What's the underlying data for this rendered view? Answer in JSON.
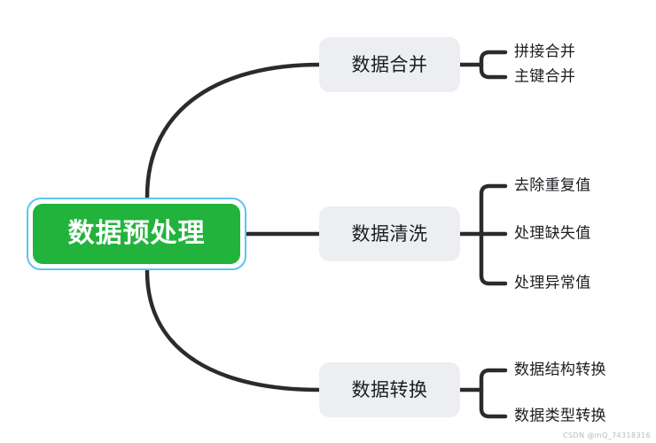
{
  "diagram": {
    "type": "mindmap",
    "orientation": "left-to-right",
    "root": {
      "label": "数据预处理",
      "fill_color": "#22b33d",
      "text_color": "#ffffff",
      "selection_border_color": "#5cc3f2",
      "selected": true
    },
    "branch_style": {
      "fill_color": "#eceef1",
      "text_color": "#1b1d21"
    },
    "connector_color": "#2b2b2b",
    "branches": [
      {
        "label": "数据合并",
        "leaves": [
          "拼接合并",
          "主键合并"
        ]
      },
      {
        "label": "数据清洗",
        "leaves": [
          "去除重复值",
          "处理缺失值",
          "处理异常值"
        ]
      },
      {
        "label": "数据转换",
        "leaves": [
          "数据结构转换",
          "数据类型转换"
        ]
      }
    ]
  },
  "watermark": {
    "text": "CSDN @mQ_74318316"
  }
}
